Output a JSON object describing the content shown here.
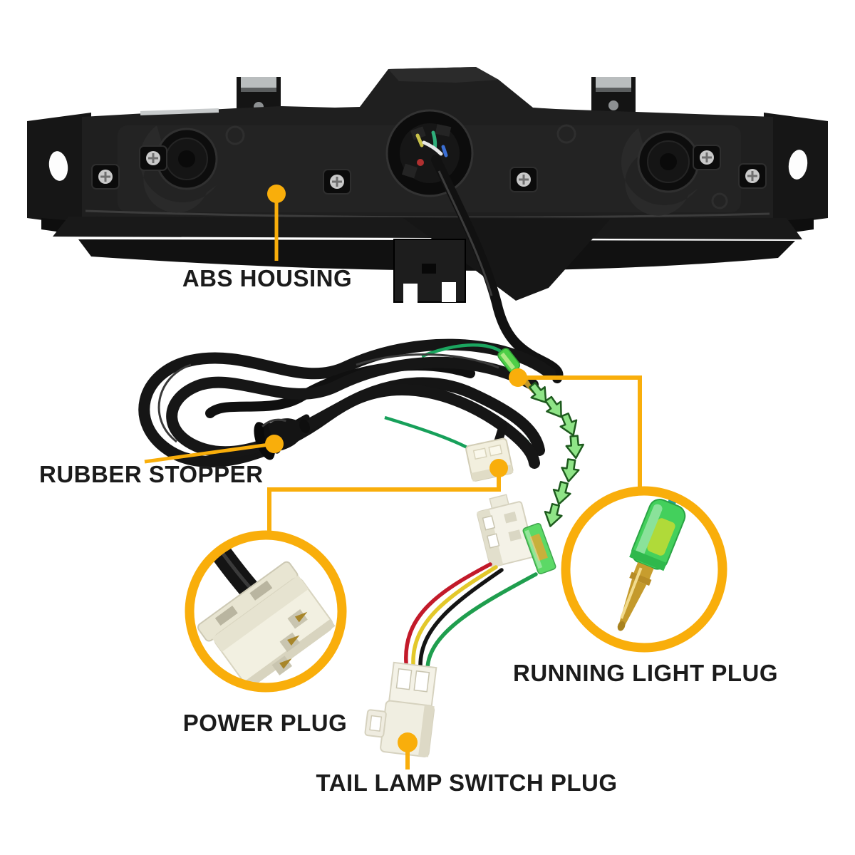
{
  "background_color": "#ffffff",
  "accent_colors": {
    "callout_yellow": "#F9AE0B",
    "arrow_green_fill": "#8FE487",
    "arrow_green_outline": "#1E5B1E",
    "label_text": "#1B1B1B"
  },
  "wire_colors": {
    "pigtail_wires": [
      "#C21A2A",
      "#E3C82A",
      "#141414",
      "#1F9E4E"
    ],
    "harness_accent_wire": "#1BA55F",
    "running_light_wire": "#1D9F98"
  },
  "callouts": {
    "abs_housing": {
      "label": "ABS HOUSING"
    },
    "rubber_stopper": {
      "label": "RUBBER STOPPER"
    },
    "power_plug": {
      "label": "POWER PLUG"
    },
    "running_light_plug": {
      "label": "RUNNING LIGHT PLUG"
    },
    "tail_lamp_switch_plug": {
      "label": "TAIL LAMP SWITCH PLUG"
    }
  }
}
